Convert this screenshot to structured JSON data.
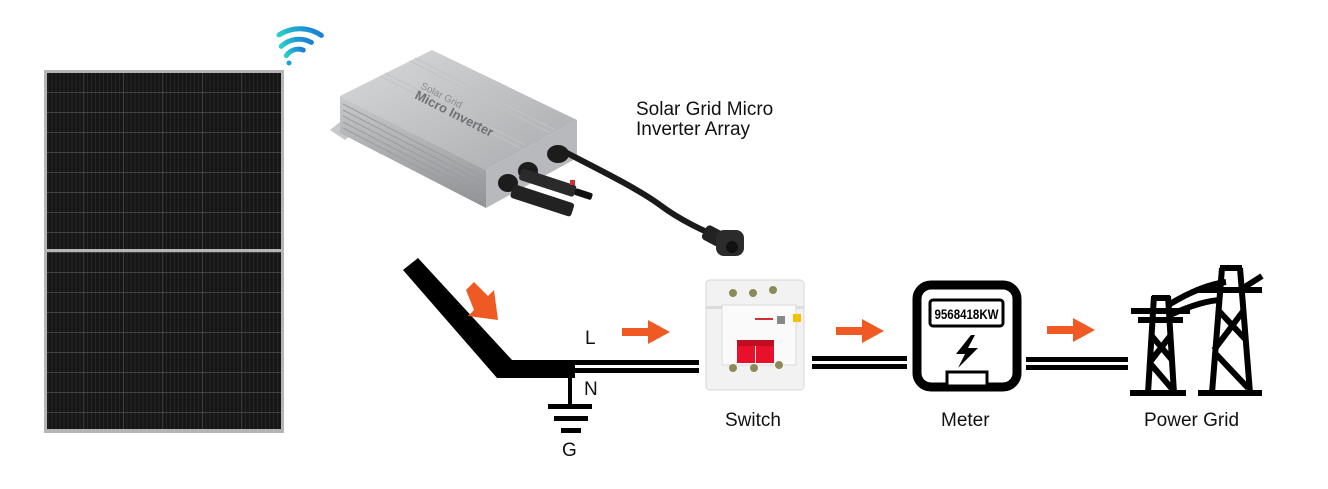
{
  "diagram": {
    "title_lines": [
      "Solar Grid Micro",
      "Inverter Array"
    ],
    "inverter_case_text": [
      "Solar Grid",
      "Micro Inverter"
    ],
    "wire_labels": {
      "live": "L",
      "neutral": "N",
      "ground": "G"
    },
    "components": [
      {
        "id": "solar-panel",
        "label": ""
      },
      {
        "id": "micro-inverter",
        "label": "Solar Grid Micro Inverter Array"
      },
      {
        "id": "switch",
        "label": "Switch"
      },
      {
        "id": "meter",
        "label": "Meter",
        "reading": "9568418KW"
      },
      {
        "id": "power-grid",
        "label": "Power Grid"
      }
    ],
    "icons": [
      "wifi-icon",
      "flow-arrow-icon",
      "lightning-bolt-icon",
      "ground-symbol-icon",
      "transmission-tower-icon"
    ],
    "colors": {
      "arrow": "#ef5a24",
      "wire": "#000000",
      "panel": "#141414",
      "panel_frame": "#b5b5b5",
      "wifi_start": "#2ad0c8",
      "wifi_end": "#1a7fd8",
      "breaker_handle": "#e8102a"
    }
  }
}
